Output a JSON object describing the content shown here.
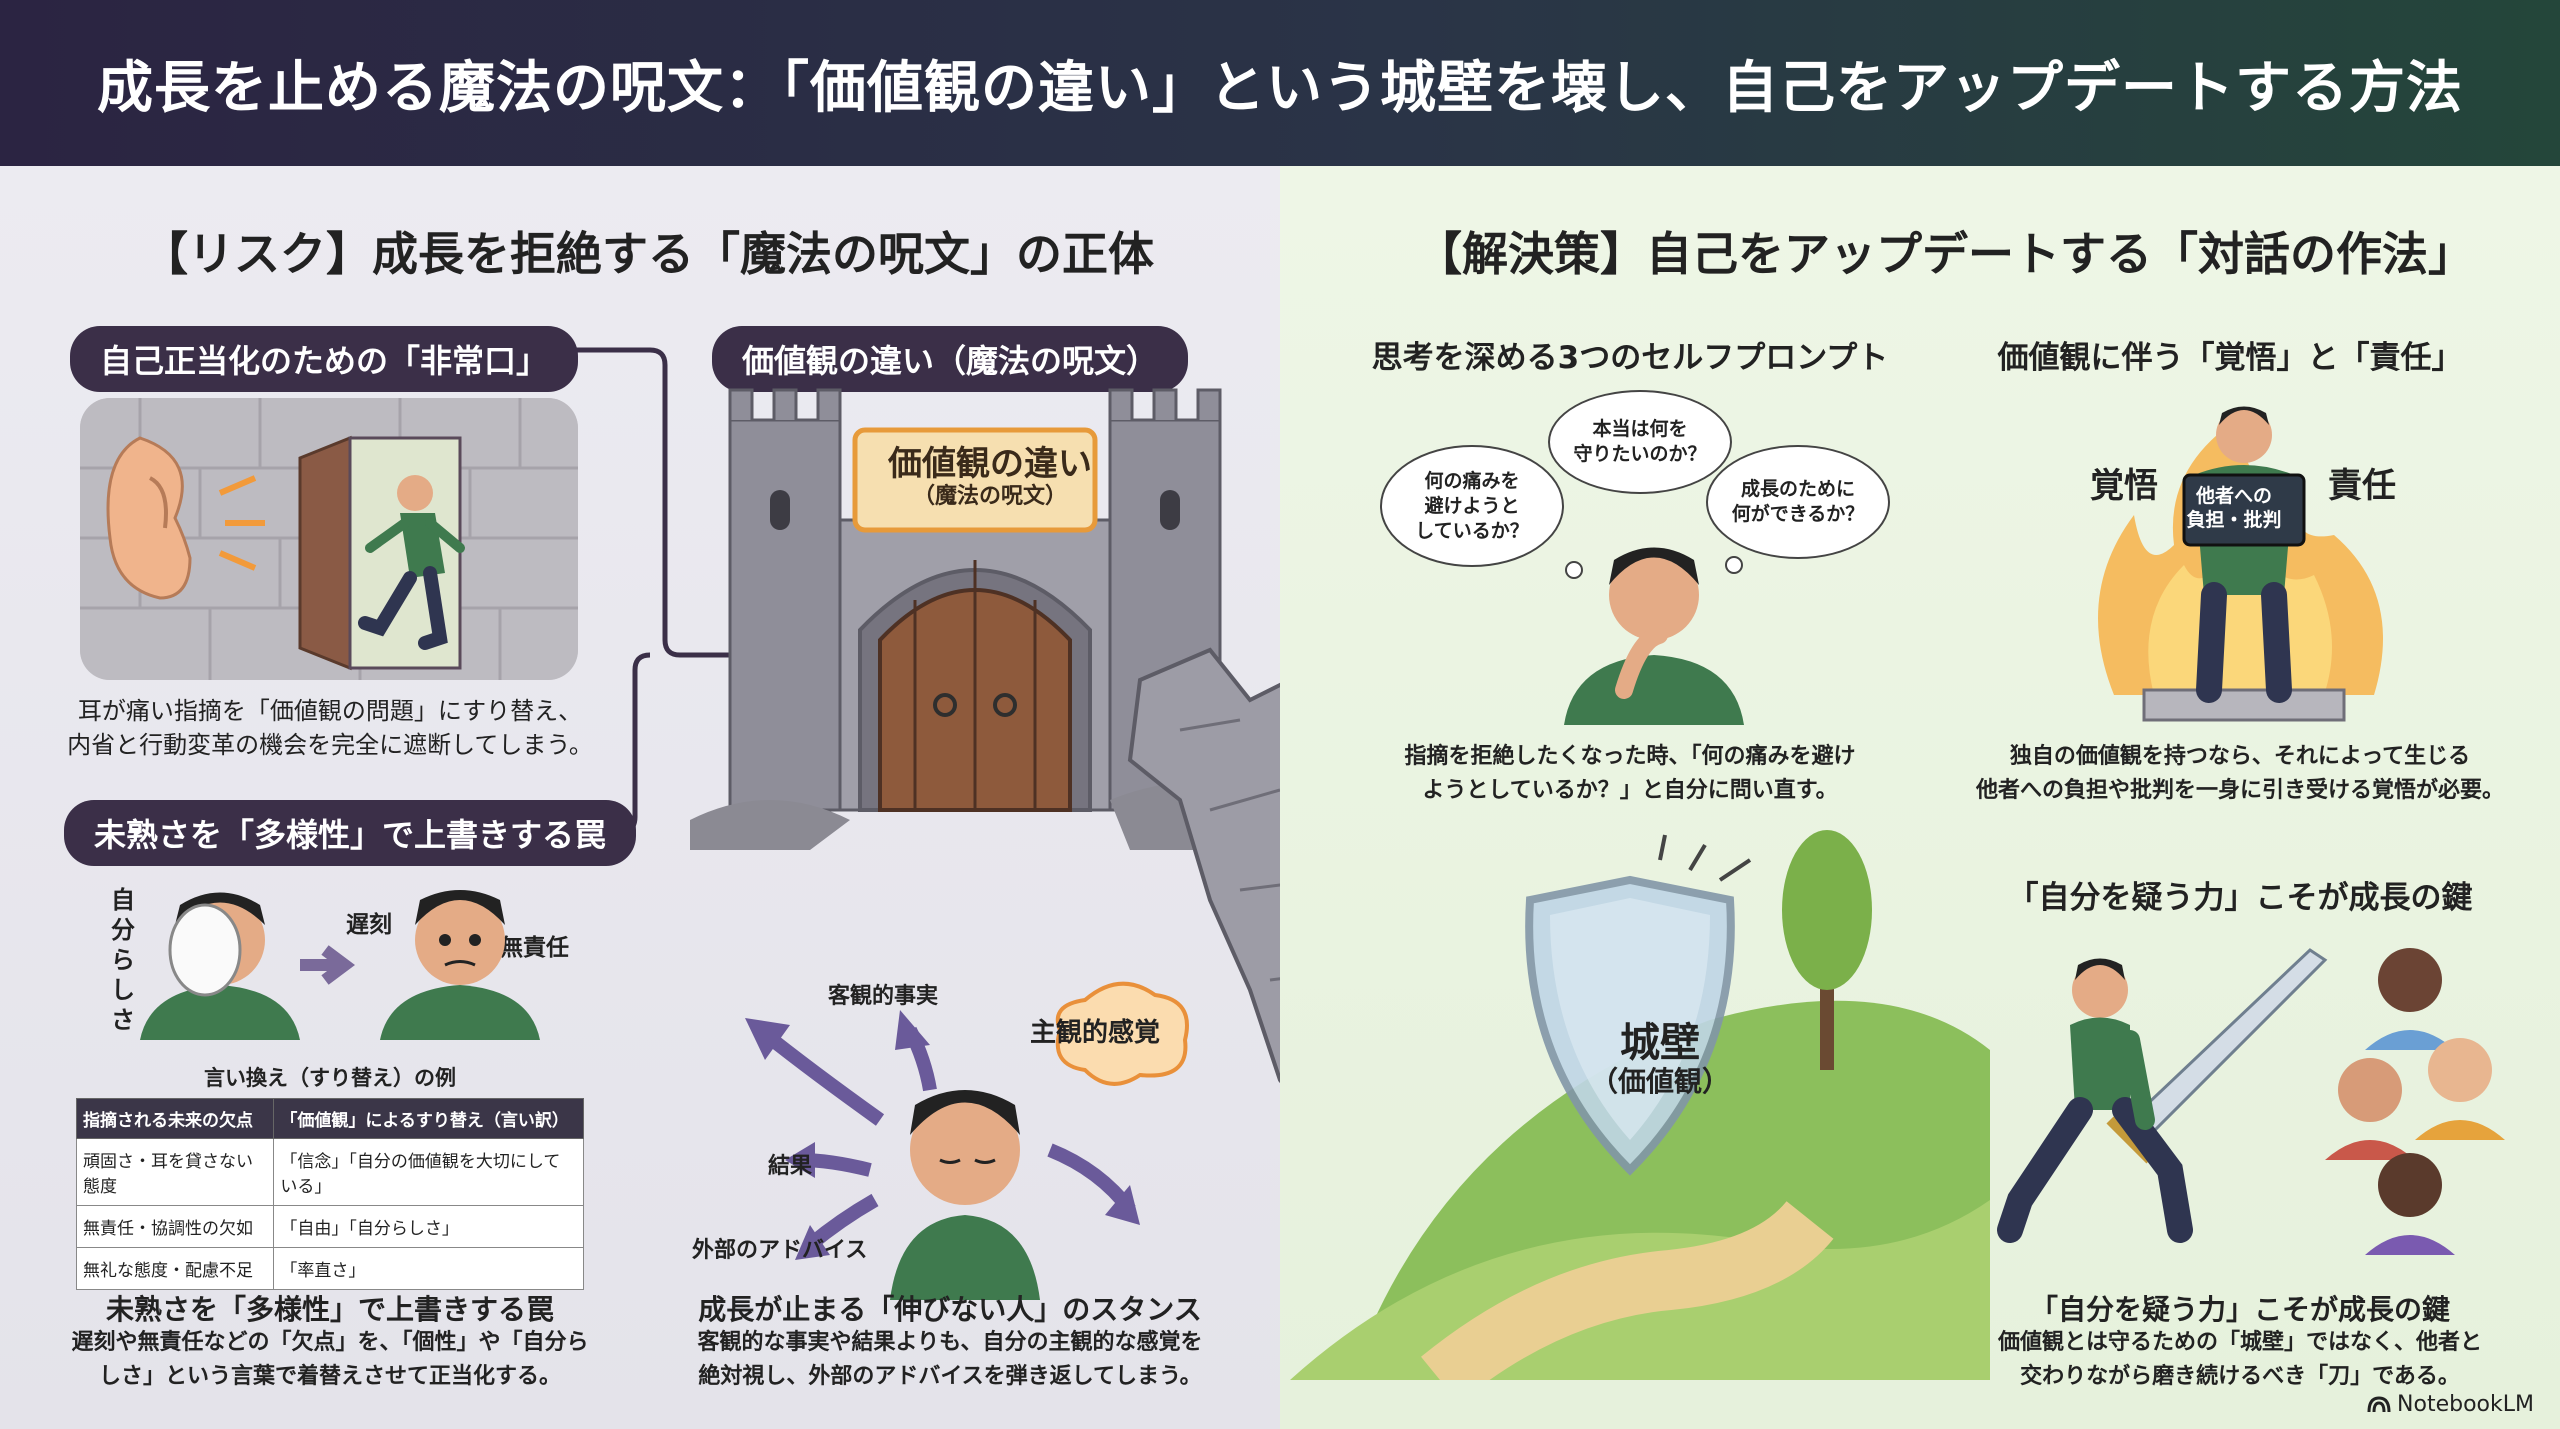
{
  "header": {
    "title": "成長を止める魔法の呪文：「価値観の違い」という城壁を壊し、自己をアップデートする方法"
  },
  "left": {
    "section_title": "【リスク】成長を拒絶する「魔法の呪文」の正体",
    "exit": {
      "pill": "自己正当化のための「非常口」",
      "caption": "耳が痛い指摘を「価値観の問題」にすり替え、\n内省と行動変革の機会を完全に遮断してしまう。"
    },
    "castle": {
      "pill": "価値観の違い（魔法の呪文）",
      "sign_main": "価値観の違い",
      "sign_sub": "（魔法の呪文）"
    },
    "trap": {
      "pill": "未熟さを「多様性」で上書きする罠",
      "label_self": "自分らしさ",
      "label_late": "遅刻",
      "label_irresp": "無責任",
      "table_title": "言い換え（すり替え）の例",
      "table_headers": [
        "指摘される未来の欠点",
        "「価値観」によるすり替え（言い訳）"
      ],
      "table_rows": [
        [
          "頑固さ・耳を貸さない態度",
          "「信念」「自分の価値観を大切にしている」"
        ],
        [
          "無責任・協調性の欠如",
          "「自由」「自分らしさ」"
        ],
        [
          "無礼な態度・配慮不足",
          "「率直さ」"
        ]
      ],
      "subtitle": "未熟さを「多様性」で上書きする罠",
      "caption": "遅刻や無責任などの「欠点」を、「個性」や「自分ら\nしさ」という言葉で着替えさせて正当化する。"
    },
    "stance": {
      "label_objective": "客観的事実",
      "label_result": "結果",
      "label_advice": "外部のアドバイス",
      "label_subjective": "主観的感覚",
      "subtitle": "成長が止まる「伸びない人」のスタンス",
      "caption": "客観的な事実や結果よりも、自分の主観的な感覚を\n絶対視し、外部のアドバイスを弾き返してしまう。"
    }
  },
  "right": {
    "section_title": "【解決策】自己をアップデートする「対話の作法」",
    "prompts": {
      "subtitle": "思考を深める3つのセルフプロンプト",
      "bubble_1": "何の痛みを\n避けようと\nしているか？",
      "bubble_2": "本当は何を\n守りたいのか？",
      "bubble_3": "成長のために\n何ができるか？",
      "caption": "指摘を拒絶したくなった時、「何の痛みを避け\nようとしているか？」と自分に問い直す。"
    },
    "resolve": {
      "subtitle": "価値観に伴う「覚悟」と「責任」",
      "label_left": "覚悟",
      "label_right": "責任",
      "sign": "他者への\n負担・批判",
      "caption": "独自の価値観を持つなら、それによって生じる\n他者への負担や批判を一身に引き受ける覚悟が必要。"
    },
    "shield": {
      "main": "城壁",
      "sub": "（価値観）"
    },
    "doubt": {
      "heading": "「自分を疑う力」こそが成長の鍵",
      "subtitle": "「自分を疑う力」こそが成長の鍵",
      "caption": "価値観とは守るための「城壁」ではなく、他者と\n交わりながら磨き続けるべき「刀」である。"
    }
  },
  "footer": {
    "brand": "NotebookLM"
  },
  "colors": {
    "header_bg": "#2a3447",
    "pill_bg": "#3b2f48",
    "left_bg": "#e8e7ee",
    "right_bg": "#eaf4e1",
    "accent_green": "#3f7a4e",
    "arrow_purple": "#6a5a9a"
  }
}
